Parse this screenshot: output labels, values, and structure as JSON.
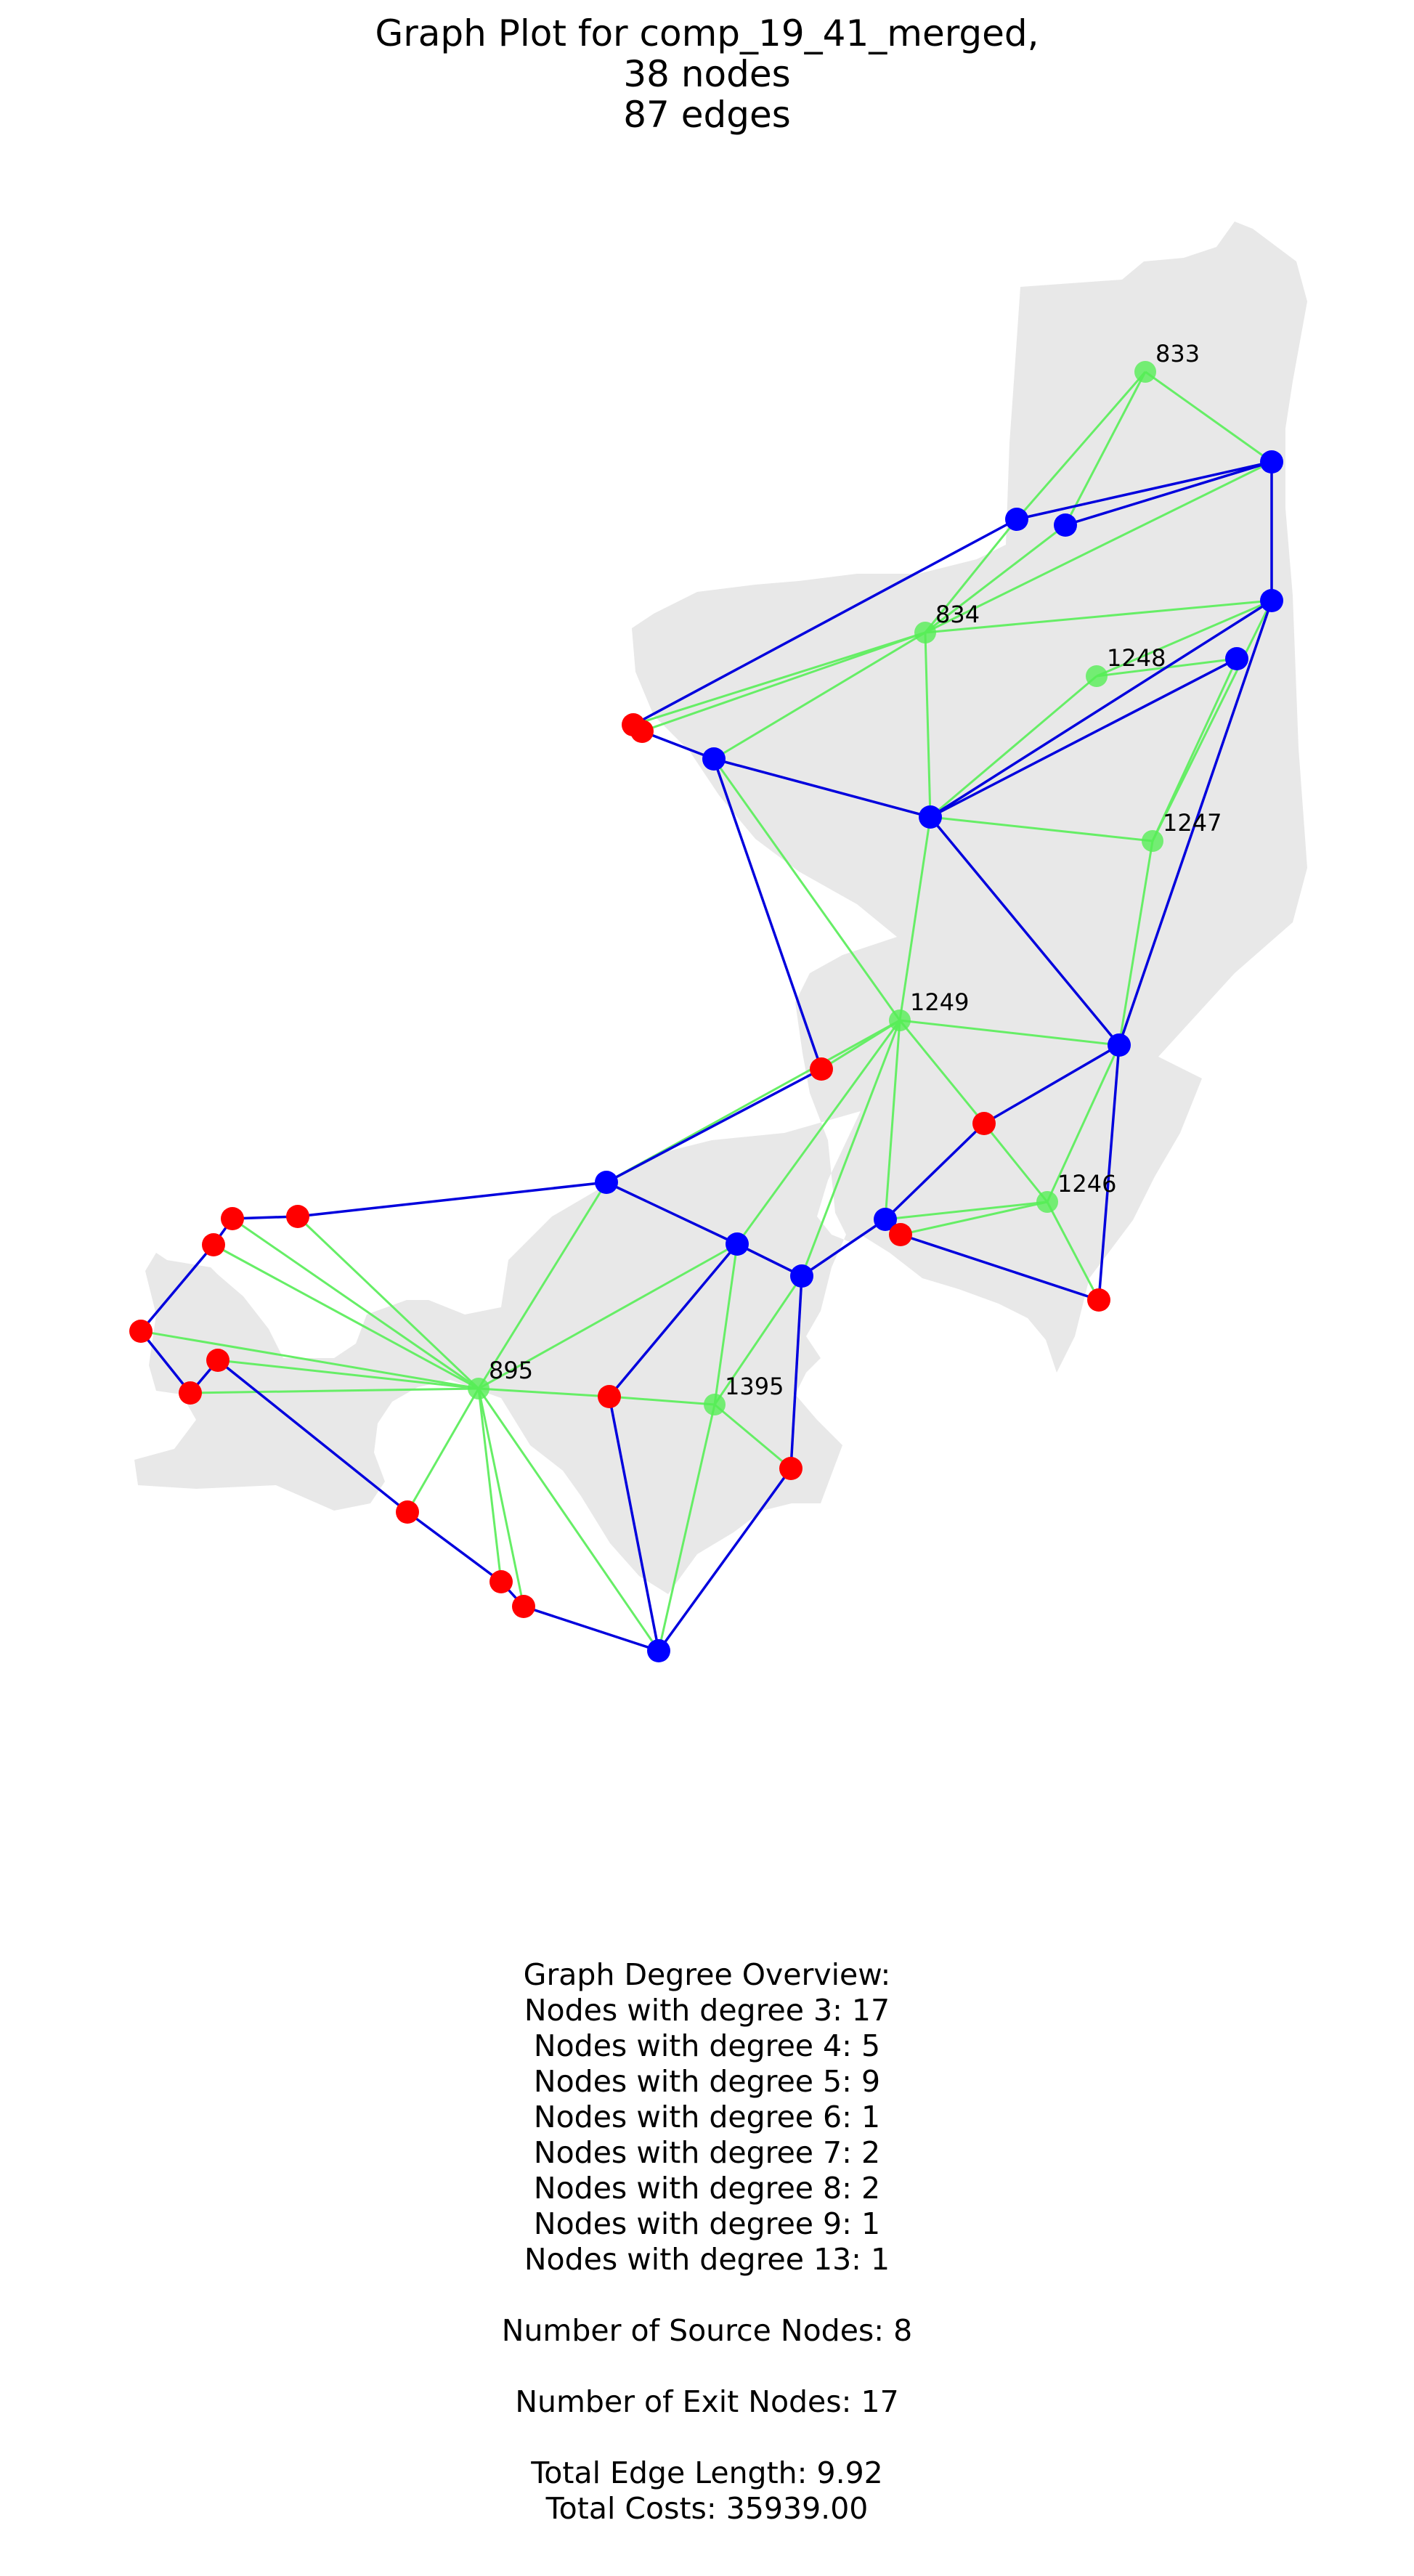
{
  "title": {
    "line1": "Graph Plot for comp_19_41_merged,",
    "line2": "38 nodes",
    "line3": "87 edges"
  },
  "colors": {
    "region": "#e8e8e8",
    "source_node": "#55ee55",
    "exit_node": "#ff0000",
    "junction_node": "#0000ff",
    "green_edge": "#66ee66",
    "blue_edge": "#0000dd"
  },
  "graph": {
    "node_labels": [
      "833",
      "834",
      "1248",
      "1247",
      "1249",
      "1246",
      "895",
      "1395"
    ]
  },
  "stats": {
    "heading": "Graph Degree Overview:",
    "degree_lines": [
      "Nodes with degree 3: 17",
      "Nodes with degree 4: 5",
      "Nodes with degree 5: 9",
      "Nodes with degree 6: 1",
      "Nodes with degree 7: 2",
      "Nodes with degree 8: 2",
      "Nodes with degree 9: 1",
      "Nodes with degree 13: 1"
    ],
    "source_nodes": "Number of Source Nodes: 8",
    "exit_nodes": "Number of Exit Nodes: 17",
    "total_length": "Total Edge Length: 9.92",
    "total_costs": "Total Costs: 35939.00"
  }
}
